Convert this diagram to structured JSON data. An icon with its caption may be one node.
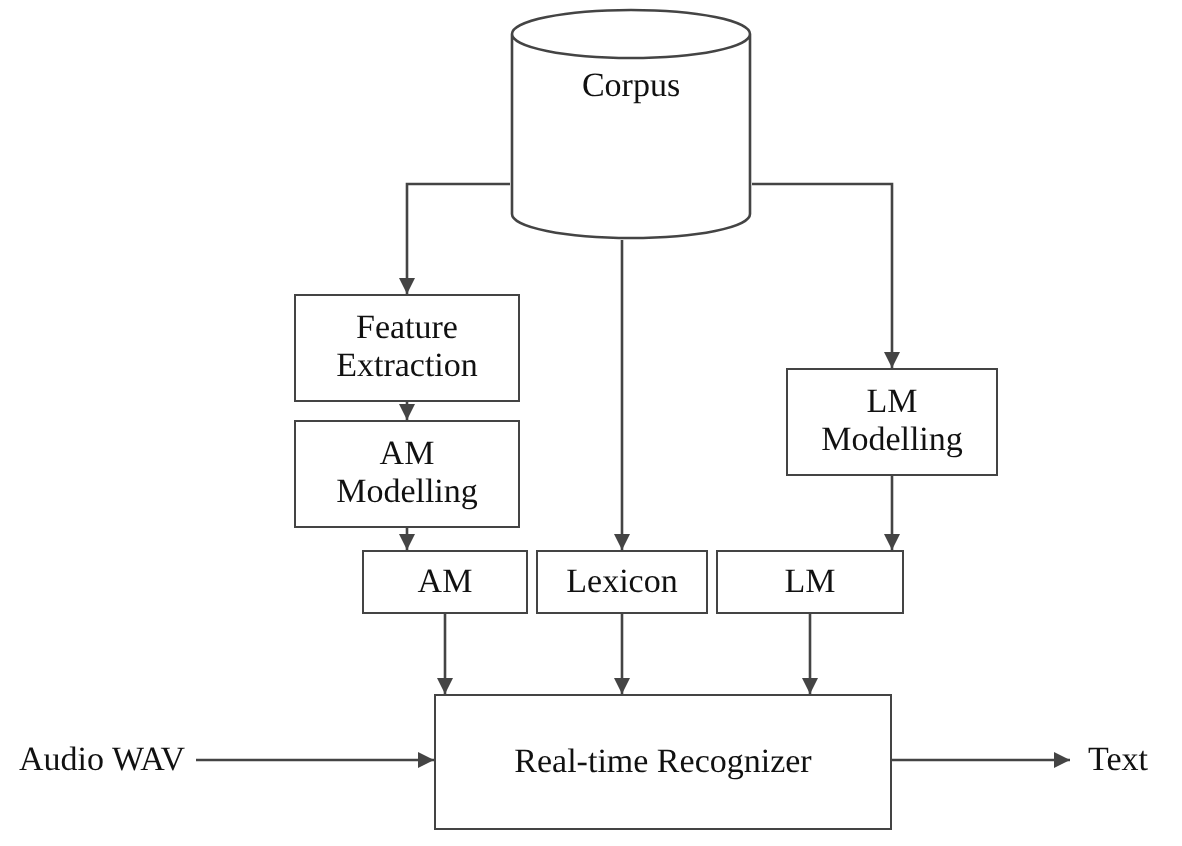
{
  "diagram": {
    "nodes": [
      {
        "text": [
          "Corpus"
        ]
      },
      {
        "text": [
          "Feature Extraction"
        ]
      },
      {
        "text": [
          "AM Modelling"
        ]
      },
      {
        "text": [
          "LM Modelling"
        ]
      },
      {
        "text": [
          "AM"
        ]
      },
      {
        "text": [
          "Lexicon"
        ]
      },
      {
        "text": [
          "LM"
        ]
      },
      {
        "text": [
          "Audio WAV"
        ]
      },
      {
        "text": [
          "Real-time Recognizer"
        ]
      },
      {
        "text": [
          "Text"
        ]
      }
    ],
    "edges": [
      {
        "from": 0,
        "to": 1,
        "arrow": "to"
      },
      {
        "from": 0,
        "to": 5,
        "arrow": "to"
      },
      {
        "from": 0,
        "to": 3,
        "arrow": "to"
      },
      {
        "from": 1,
        "to": 2,
        "arrow": "to"
      },
      {
        "from": 2,
        "to": 4,
        "arrow": "to"
      },
      {
        "from": 3,
        "to": 6,
        "arrow": "to"
      },
      {
        "from": 4,
        "to": 8,
        "arrow": "to"
      },
      {
        "from": 5,
        "to": 8,
        "arrow": "to"
      },
      {
        "from": 6,
        "to": 8,
        "arrow": "to"
      },
      {
        "from": 7,
        "to": 8,
        "arrow": "to"
      },
      {
        "from": 8,
        "to": 9,
        "arrow": "to"
      }
    ]
  }
}
